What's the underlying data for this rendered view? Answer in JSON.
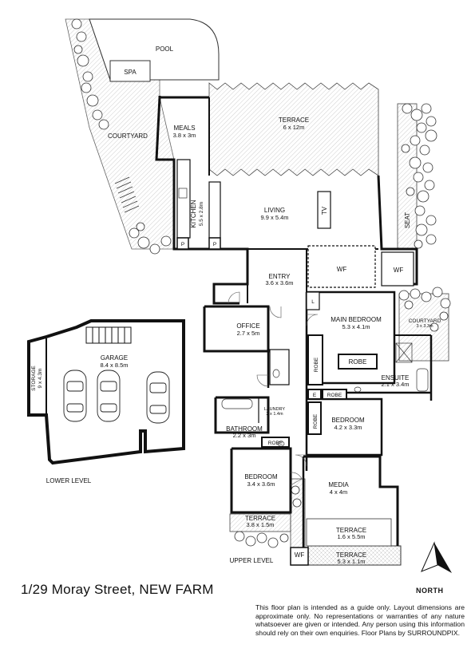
{
  "plan": {
    "address": "1/29 Moray Street, NEW FARM",
    "compass_label": "NORTH",
    "disclaimer": "This floor plan is intended as a guide only. Layout dimensions are approximate only. No representations or warranties of any nature whatsoever are given or intended. Any person using this information should rely on their own enquiries. Floor Plans by  SURROUNDPIX.",
    "levels": {
      "lower": "LOWER LEVEL",
      "upper": "UPPER LEVEL"
    }
  },
  "rooms": {
    "pool": {
      "name": "POOL"
    },
    "spa": {
      "name": "SPA"
    },
    "courtyard_west": {
      "name": "COURTYARD"
    },
    "meals": {
      "name": "MEALS",
      "dims": "3.8 x 3m"
    },
    "terrace_main": {
      "name": "TERRACE",
      "dims": "6 x 12m"
    },
    "kitchen": {
      "name": "KITCHEN",
      "dims": "5.5 x 2.8m"
    },
    "living": {
      "name": "LIVING",
      "dims": "9.9 x 5.4m"
    },
    "tv": {
      "name": "TV"
    },
    "seat": {
      "name": "SEAT"
    },
    "pantry_1": {
      "name": "P"
    },
    "pantry_2": {
      "name": "P"
    },
    "wf_main": {
      "name": "WF"
    },
    "wf_east": {
      "name": "WF"
    },
    "entry": {
      "name": "ENTRY",
      "dims": "3.6 x 3.6m"
    },
    "linen": {
      "name": "L"
    },
    "main_bedroom": {
      "name": "MAIN BEDROOM",
      "dims": "5.3 x 4.1m"
    },
    "courtyard_east": {
      "name": "COURTYARD",
      "dims": "3 x 3.3m"
    },
    "office": {
      "name": "OFFICE",
      "dims": "2.7 x 5m"
    },
    "robe_vertical_1": {
      "name": "ROBE"
    },
    "robe_main": {
      "name": "ROBE"
    },
    "ensuite": {
      "name": "ENSUITE",
      "dims": "2.1 x 3.4m"
    },
    "e_cupboard": {
      "name": "E"
    },
    "robe_small": {
      "name": "ROBE"
    },
    "robe_vertical_2": {
      "name": "ROBE"
    },
    "bedroom_2": {
      "name": "BEDROOM",
      "dims": "4.2 x 3.3m"
    },
    "laundry": {
      "name": "LAUNDRY",
      "dims": "2 x 1.4m"
    },
    "bathroom": {
      "name": "BATHROOM",
      "dims": "2.2 x 3m"
    },
    "robe_bathroom": {
      "name": "ROBE"
    },
    "bedroom_3": {
      "name": "BEDROOM",
      "dims": "3.4 x 3.6m"
    },
    "media": {
      "name": "MEDIA",
      "dims": "4 x 4m"
    },
    "terrace_media": {
      "name": "TERRACE",
      "dims": "1.6 x 5.5m"
    },
    "terrace_bedroom": {
      "name": "TERRACE",
      "dims": "3.8 x 1.5m"
    },
    "wf_bottom": {
      "name": "WF"
    },
    "terrace_bottom": {
      "name": "TERRACE",
      "dims": "5.3 x 1.1m"
    },
    "garage": {
      "name": "GARAGE",
      "dims": "8.4 x 8.5m"
    },
    "storage": {
      "name": "STORAGE",
      "dims": "9 x 4.3m"
    }
  }
}
